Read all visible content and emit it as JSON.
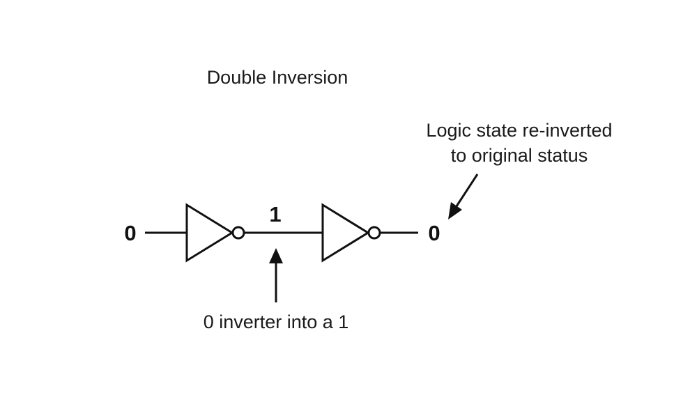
{
  "diagram": {
    "title": "Double Inversion",
    "input_state": "0",
    "middle_state": "1",
    "output_state": "0",
    "annotation_output_line1": "Logic state re-inverted",
    "annotation_output_line2": "to original status",
    "annotation_middle": "0 inverter into a 1",
    "components": [
      "inverter-1",
      "inverter-2"
    ]
  }
}
